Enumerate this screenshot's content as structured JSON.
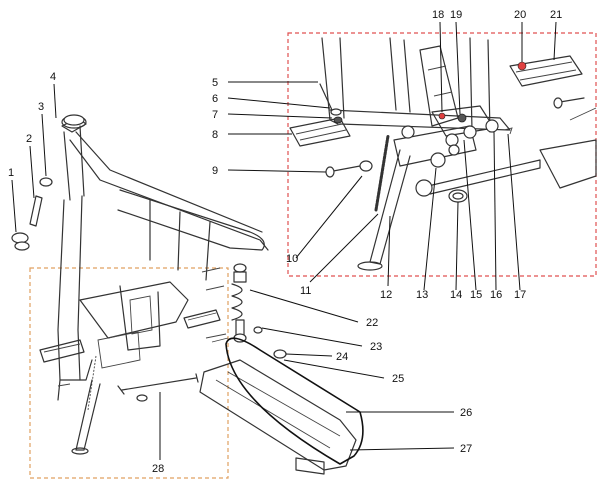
{
  "colors": {
    "detail_box": "#e05050",
    "swingarm_box": "#e0a060",
    "line": "#333333",
    "highlight": "#e04040"
  },
  "callouts": [
    {
      "id": "c1",
      "label": "1"
    },
    {
      "id": "c2",
      "label": "2"
    },
    {
      "id": "c3",
      "label": "3"
    },
    {
      "id": "c4",
      "label": "4"
    },
    {
      "id": "c5",
      "label": "5"
    },
    {
      "id": "c6",
      "label": "6"
    },
    {
      "id": "c7",
      "label": "7"
    },
    {
      "id": "c8",
      "label": "8"
    },
    {
      "id": "c9",
      "label": "9"
    },
    {
      "id": "c10",
      "label": "10"
    },
    {
      "id": "c11",
      "label": "11"
    },
    {
      "id": "c12",
      "label": "12"
    },
    {
      "id": "c13",
      "label": "13"
    },
    {
      "id": "c14",
      "label": "14"
    },
    {
      "id": "c15",
      "label": "15"
    },
    {
      "id": "c16",
      "label": "16"
    },
    {
      "id": "c17",
      "label": "17"
    },
    {
      "id": "c18",
      "label": "18"
    },
    {
      "id": "c19",
      "label": "19"
    },
    {
      "id": "c20",
      "label": "20"
    },
    {
      "id": "c21",
      "label": "21"
    },
    {
      "id": "c22",
      "label": "22"
    },
    {
      "id": "c23",
      "label": "23"
    },
    {
      "id": "c24",
      "label": "24"
    },
    {
      "id": "c25",
      "label": "25"
    },
    {
      "id": "c26",
      "label": "26"
    },
    {
      "id": "c27",
      "label": "27"
    },
    {
      "id": "c28",
      "label": "28"
    }
  ]
}
